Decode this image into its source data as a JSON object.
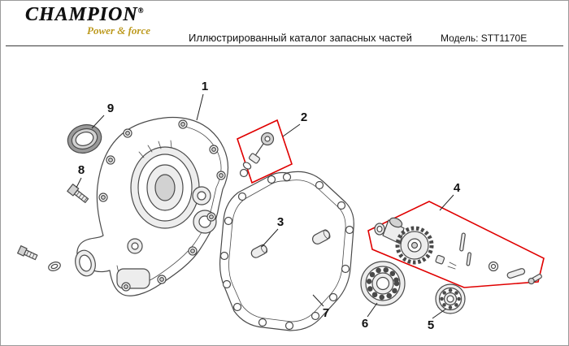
{
  "header": {
    "brand": "CHAMPION",
    "reg_mark": "®",
    "tagline": "Power & force",
    "title": "Иллюстрированный каталог запасных частей",
    "model": "Модель: STT1170E"
  },
  "diagram": {
    "callouts": [
      "1",
      "2",
      "3",
      "4",
      "5",
      "6",
      "7",
      "8",
      "9"
    ]
  },
  "colors": {
    "accent_gold": "#bd9a1f",
    "highlight_red": "#e00000",
    "line": "#4a4a4a"
  }
}
